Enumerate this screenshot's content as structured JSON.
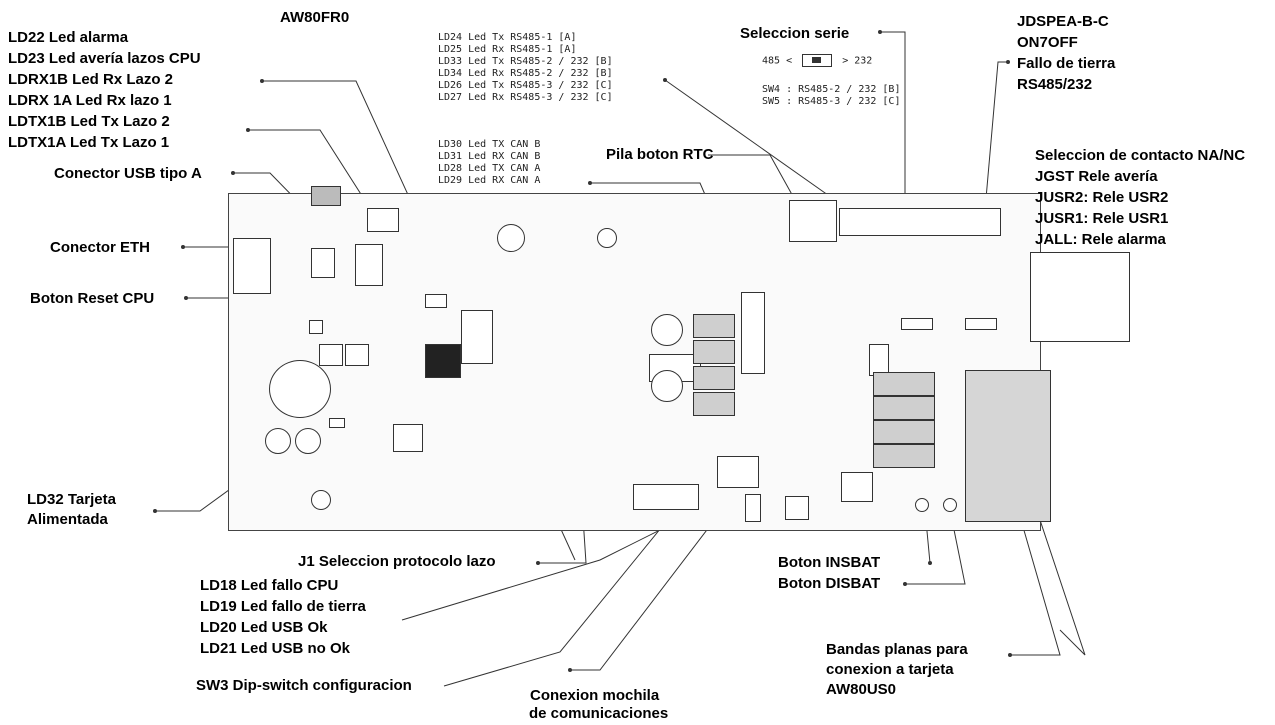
{
  "title": "AW80FR0",
  "left_stack": [
    "LD22 Led alarma",
    "LD23 Led avería lazos CPU",
    "LDRX1B Led Rx Lazo 2",
    "LDRX 1A Led Rx lazo 1",
    "LDTX1B Led Tx Lazo 2",
    "LDTX1A Led Tx Lazo 1"
  ],
  "labels": {
    "usb": "Conector USB tipo A",
    "eth": "Conector ETH",
    "reset": "Boton Reset CPU",
    "ld32_l1": "LD32 Tarjeta",
    "ld32_l2": "Alimentada",
    "j1": "J1 Seleccion protocolo lazo",
    "sw3": "SW3 Dip-switch configuracion",
    "mochila_l1": "Conexion mochila",
    "mochila_l2": "de comunicaciones",
    "insbat": "Boton INSBAT",
    "disbat": "Boton DISBAT",
    "bandas": [
      "Bandas planas para",
      "conexion a tarjeta",
      "AW80US0"
    ],
    "pila": "Pila boton RTC",
    "serie": "Seleccion serie",
    "jdspea": [
      "JDSPEA-B-C",
      "ON7OFF",
      "Fallo de tierra",
      "RS485/232"
    ],
    "contacto": [
      "Seleccion de contacto NA/NC",
      "JGST Rele avería",
      "JUSR2: Rele USR2",
      "JUSR1: Rele USR1",
      "JALL: Rele alarma"
    ],
    "ld18": [
      "LD18 Led fallo CPU",
      "LD19 Led fallo de tierra",
      "LD20 Led USB Ok",
      "LD21 Led USB no Ok"
    ]
  },
  "rs485_leds": [
    "LD24 Led Tx RS485-1 [A]",
    "LD25 Led Rx RS485-1 [A]",
    "LD33 Led Tx RS485-2 / 232  [B]",
    "LD34 Led Rx RS485-2 / 232 [B]",
    "LD26 Led Tx RS485-3 / 232 [C]",
    "LD27 Led Rx RS485-3 / 232 [C]"
  ],
  "can_leds": [
    "LD30 Led TX  CAN B",
    "LD31 Led RX  CAN B",
    "LD28 Led TX  CAN A",
    "LD29 Led RX  CAN A"
  ],
  "serie_select": {
    "left": "485",
    "lt": "<",
    "gt": "> 232"
  },
  "sw_notes": [
    "SW4 : RS485-2 / 232  [B]",
    "SW5 : RS485-3 / 232  [C]"
  ]
}
